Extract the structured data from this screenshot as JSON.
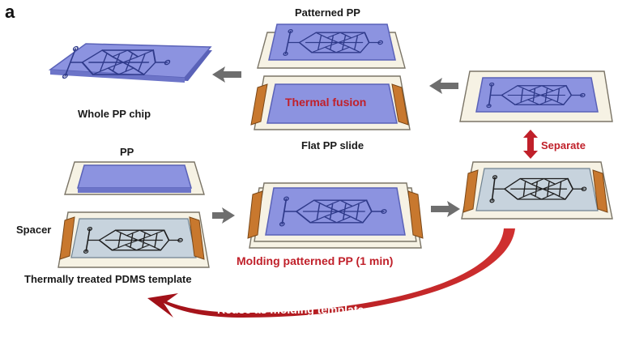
{
  "figure": {
    "panel_letter": "a",
    "labels": {
      "patterned_pp": "Patterned PP",
      "whole_pp_chip": "Whole PP chip",
      "thermal_fusion": "Thermal fusion",
      "flat_pp_slide": "Flat PP slide",
      "separate": "Separate",
      "pp": "PP",
      "spacer": "Spacer",
      "pdms_template": "Thermally treated PDMS template",
      "molding": "Molding patterned PP (1 min)",
      "reuse": "Reuse as molding template"
    },
    "colors": {
      "pp_fill": "#8c93e0",
      "pp_edge": "#5a62b8",
      "frame_fill": "#f6f2e4",
      "frame_edge": "#7a7466",
      "pdms_fill": "#c7d3dd",
      "spacer_fill": "#c8782e",
      "arrow_gray": "#6e6e6e",
      "accent_red": "#c0202a"
    }
  }
}
